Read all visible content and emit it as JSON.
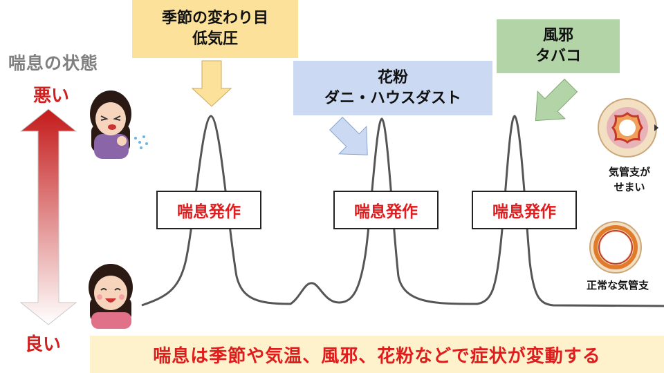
{
  "colors": {
    "accent_red": "#e01c1c",
    "season_box": "#fce19b",
    "pollen_box": "#cbdaf2",
    "cold_box": "#b2d4a7",
    "footer_bg": "#fdf2cc",
    "curve": "#555555"
  },
  "axis": {
    "title": "喘息の状態",
    "bad_label": "悪い",
    "good_label": "良い"
  },
  "triggers": [
    {
      "line1": "季節の変わり目",
      "line2": "低気圧"
    },
    {
      "line1": "花粉",
      "line2": "ダニ・ハウスダスト"
    },
    {
      "line1": "風邪",
      "line2": "タバコ"
    }
  ],
  "attacks": [
    "喘息発作",
    "喘息発作",
    "喘息発作"
  ],
  "bronchi": {
    "narrow_line1": "気管支が",
    "narrow_line2": "せまい",
    "normal": "正常な気管支"
  },
  "footer": "喘息は季節や気温、風邪、花粉などで症状が変動する",
  "icons": {
    "sick_person": "coughing-woman-icon",
    "healthy_person": "smiling-woman-icon"
  }
}
